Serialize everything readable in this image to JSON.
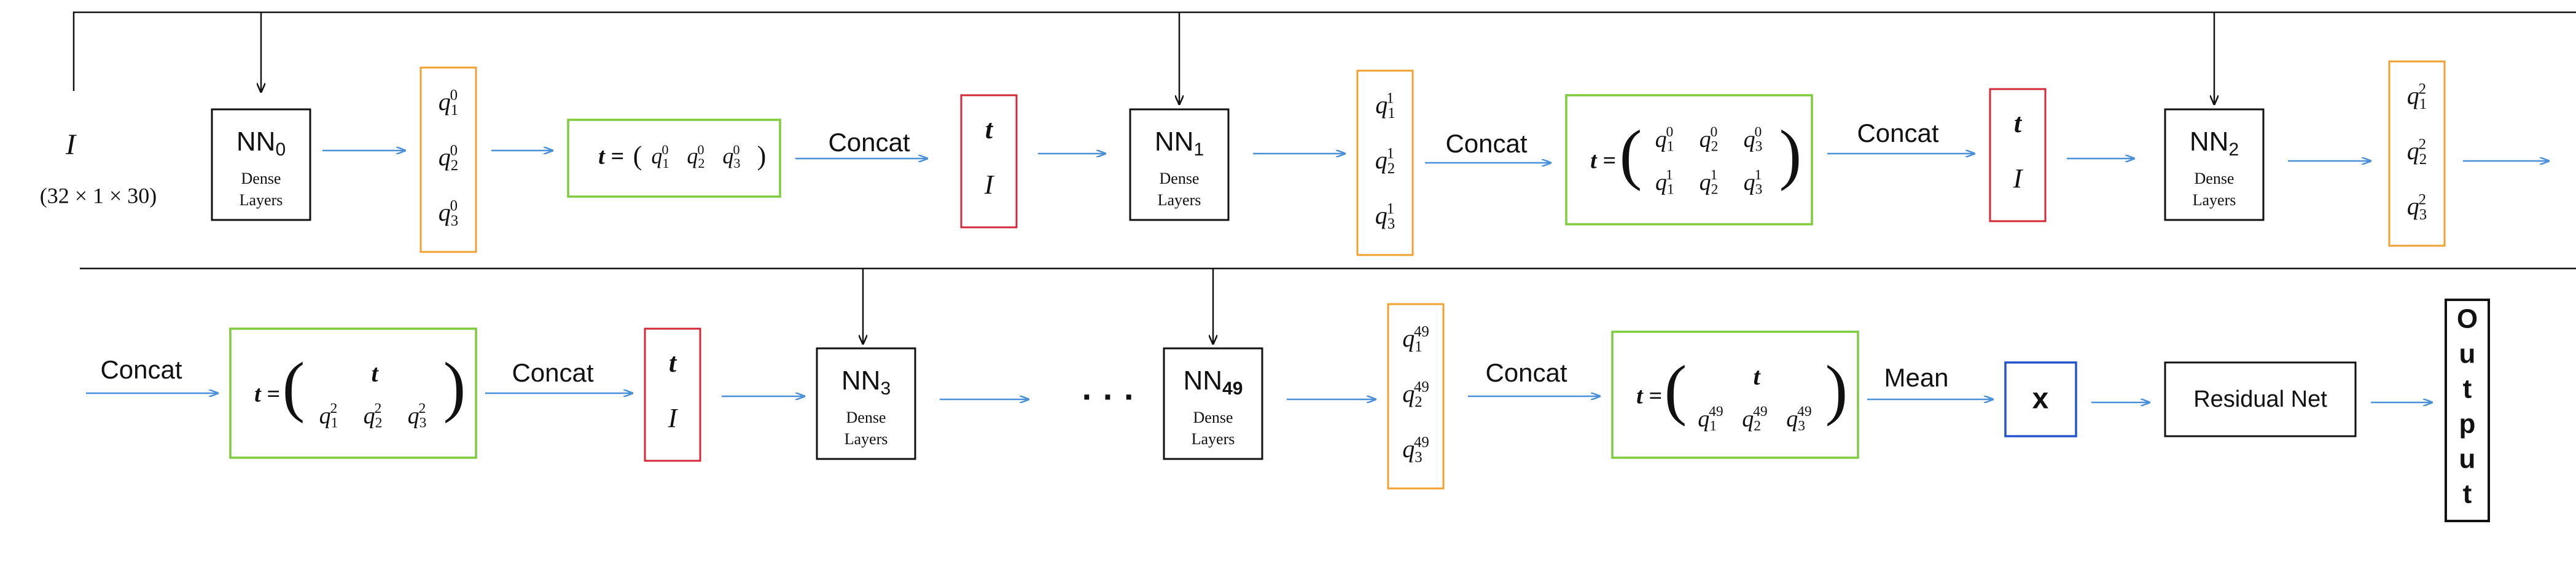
{
  "input": {
    "symbol": "I",
    "shape": "(32 × 1 × 30)"
  },
  "dense_label": [
    "Dense",
    "Layers"
  ],
  "nn_blocks": [
    {
      "name": "NN",
      "sub": "0"
    },
    {
      "name": "NN",
      "sub": "1"
    },
    {
      "name": "NN",
      "sub": "2"
    },
    {
      "name": "NN",
      "sub": "3"
    },
    {
      "name": "NN",
      "sub": "49"
    }
  ],
  "q_groups": [
    {
      "sup": "0",
      "items": [
        "q1",
        "q2",
        "q3"
      ]
    },
    {
      "sup": "1",
      "items": [
        "q1",
        "q2",
        "q3"
      ]
    },
    {
      "sup": "2",
      "items": [
        "q1",
        "q2",
        "q3"
      ]
    },
    {
      "sup": "49",
      "items": [
        "q1",
        "q2",
        "q3"
      ]
    }
  ],
  "t_prefix": "t =",
  "t_symbol": "t",
  "i_symbol": "I",
  "concat_label": "Concat",
  "mean_label": "Mean",
  "ellipsis": "· · ·",
  "x_label": "x",
  "residual_label": "Residual Net",
  "output_label": "Output",
  "colors": {
    "arrow": "#4a90d9",
    "orange": "#f0a030",
    "green": "#7dcc3c",
    "red": "#d4283a",
    "blue": "#2255cc",
    "black": "#111111"
  }
}
